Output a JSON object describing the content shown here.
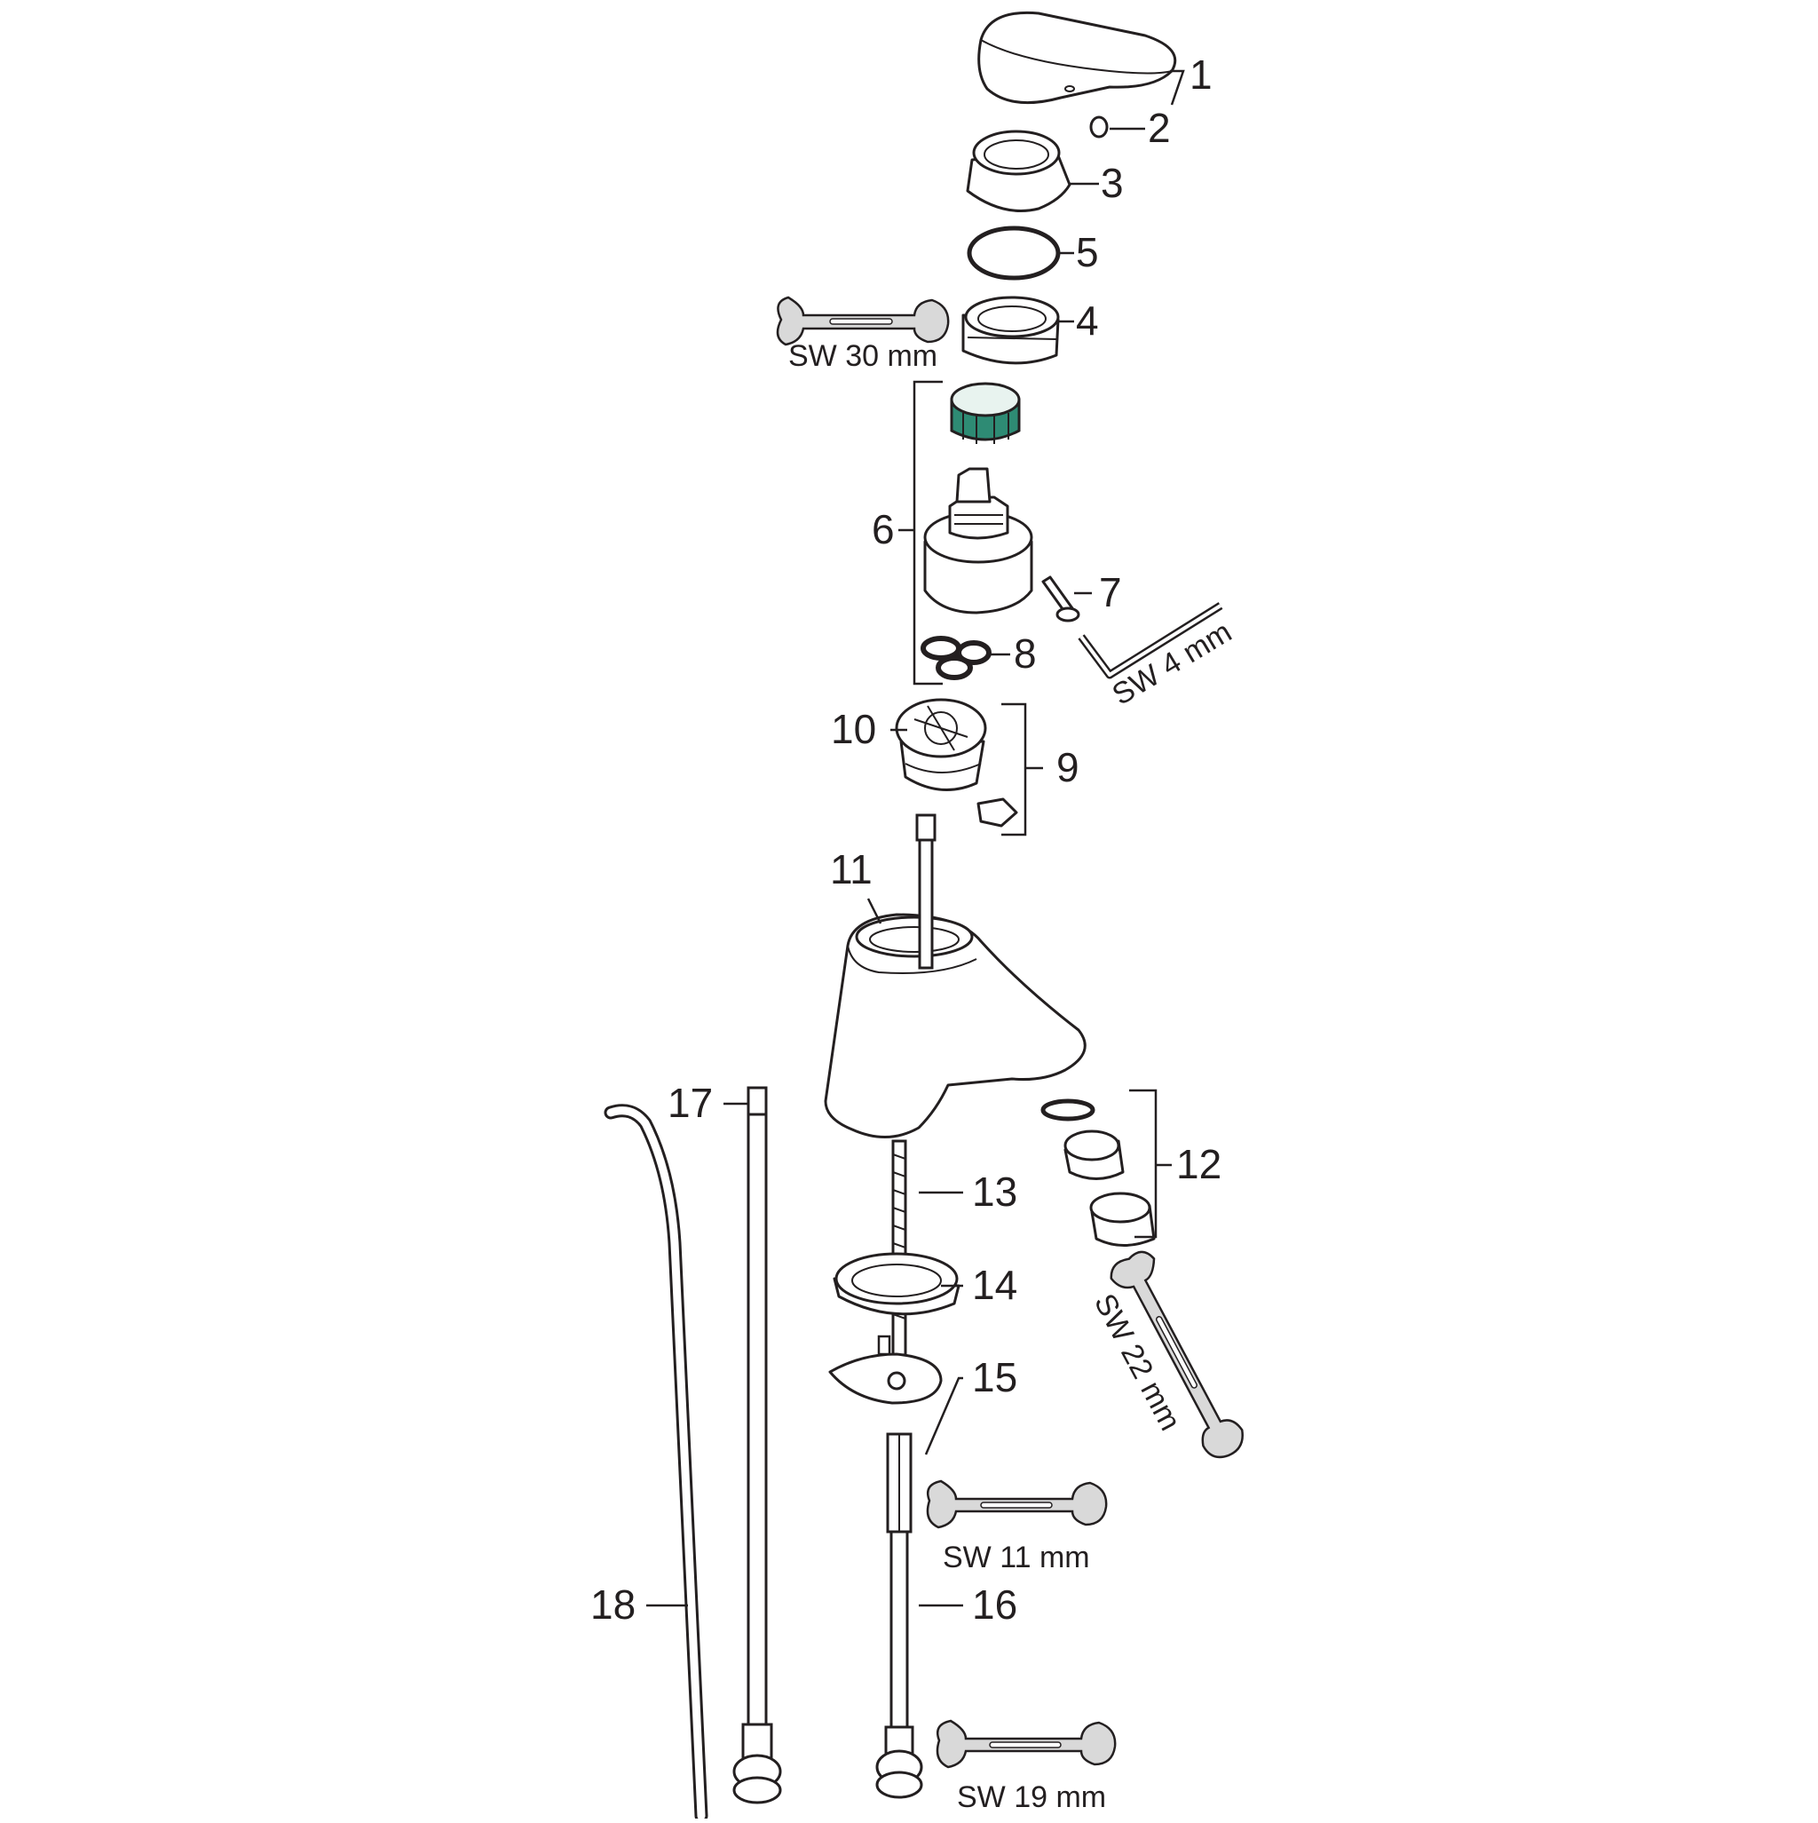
{
  "colors": {
    "line": "#231f20",
    "cartridge_ring": "#2e8b74",
    "wrench_fill": "#d9d9d9"
  },
  "labels": {
    "l1": "1",
    "l2": "2",
    "l3": "3",
    "l4": "4",
    "l5": "5",
    "l6": "6",
    "l7": "7",
    "l8": "8",
    "l9": "9",
    "l10": "10",
    "l11": "11",
    "l12": "12",
    "l13": "13",
    "l14": "14",
    "l15": "15",
    "l16": "16",
    "l17": "17",
    "l18": "18"
  },
  "tools": {
    "sw30": "SW 30 mm",
    "sw4": "SW 4 mm",
    "sw22": "SW 22 mm",
    "sw11": "SW 11 mm",
    "sw19": "SW 19 mm"
  }
}
